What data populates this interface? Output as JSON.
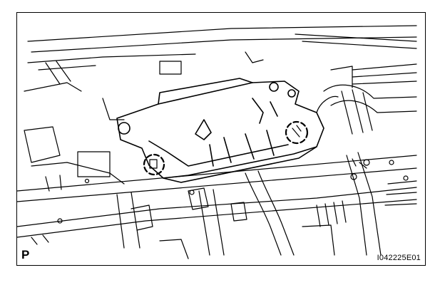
{
  "figure": {
    "view_letter": "P",
    "reference_code": "I042225E01",
    "callouts": [
      {
        "name": "left-clip-callout",
        "marker": "dashed-circle"
      },
      {
        "name": "right-clip-callout",
        "marker": "dashed-circle"
      }
    ],
    "colors": {
      "line": "#000000",
      "background": "#ffffff"
    }
  }
}
